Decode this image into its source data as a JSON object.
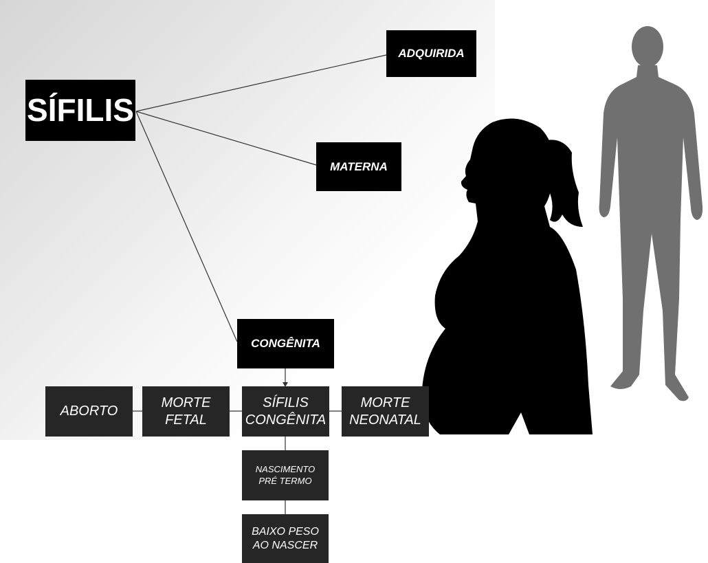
{
  "diagram": {
    "root": "SÍFILIS",
    "branches": [
      "ADQUIRIDA",
      "MATERNA",
      "CONGÊNITA"
    ],
    "center": "SÍFILIS\nCONGÊNITA",
    "left_outcomes": [
      "MORTE\nFETAL",
      "ABORTO"
    ],
    "right_outcomes": [
      "MORTE\nNEONATAL"
    ],
    "down_outcomes": [
      "NASCIMENTO\nPRÉ TERMO",
      "BAIXO PESO\nAO NASCER"
    ]
  },
  "figures": {
    "pregnant_woman": "pregnant-woman-silhouette",
    "man": "man-silhouette"
  },
  "colors": {
    "box": "#000000",
    "box_gray": "#262626",
    "text": "#ffffff",
    "man": "#707070"
  }
}
